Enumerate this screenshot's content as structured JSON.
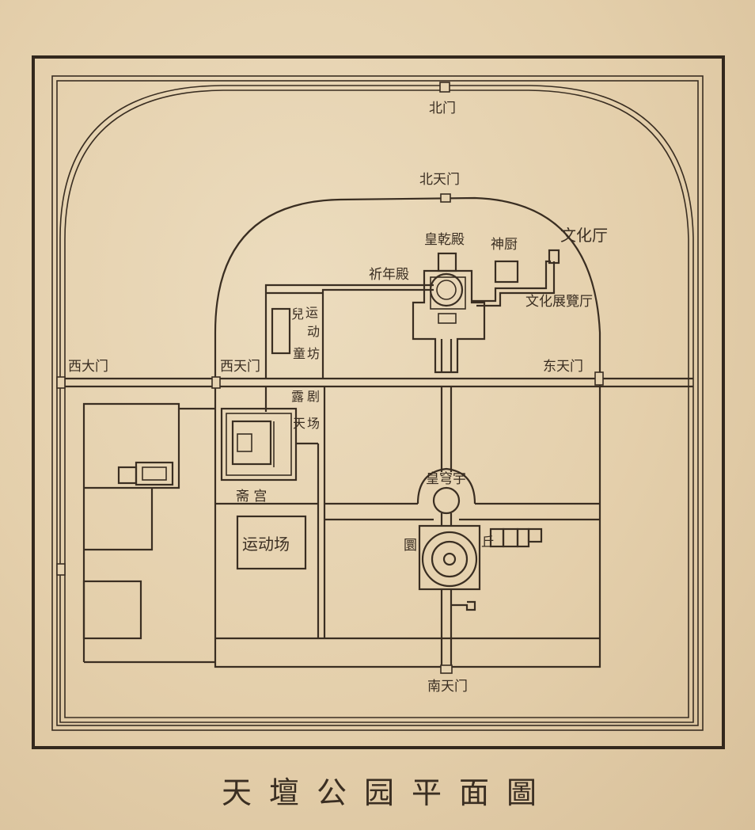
{
  "map": {
    "title": "天壇公园平面圖",
    "gates": {
      "north_gate": "北门",
      "north_heaven_gate": "北天门",
      "west_main_gate": "西大门",
      "west_heaven_gate": "西天门",
      "east_heaven_gate": "东天门",
      "south_heaven_gate": "南天门"
    },
    "buildings": {
      "huangqian_hall": "皇乾殿",
      "divine_kitchen": "神厨",
      "culture_hall": "文化厅",
      "culture_exhibition_hall": "文化展覽厅",
      "qinian_hall": "祈年殿",
      "childrens_sports_area": [
        "兒",
        "运",
        "童",
        "动",
        "坊"
      ],
      "open_air_theater": [
        "露",
        "剧",
        "天",
        "场"
      ],
      "fasting_palace": "斋 宫",
      "sports_area": "运动场",
      "imperial_vault": "皇穹宇",
      "circular_mound": [
        "圜",
        "丘"
      ]
    }
  }
}
